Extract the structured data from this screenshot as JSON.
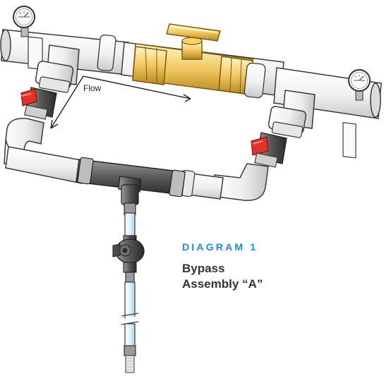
{
  "flow_label": "Flow",
  "caption": {
    "heading": "DIAGRAM 1",
    "title_line1": "Bypass",
    "title_line2": "Assembly “A”"
  },
  "colors": {
    "pipe": "#f2f2f2",
    "pipe_stroke": "#3a3a3a",
    "brass": "#e6b23c",
    "brass_light": "#fff2b8",
    "valve_red": "#e2322c",
    "fitting_dark": "#555555",
    "caption_blue": "#1a8fd6",
    "caption_text": "#333333",
    "tube": "#dff3ff"
  },
  "icons": [
    "pressure-gauge-icon",
    "ball-valve-icon",
    "gate-valve-icon",
    "flow-arrow-icon"
  ]
}
